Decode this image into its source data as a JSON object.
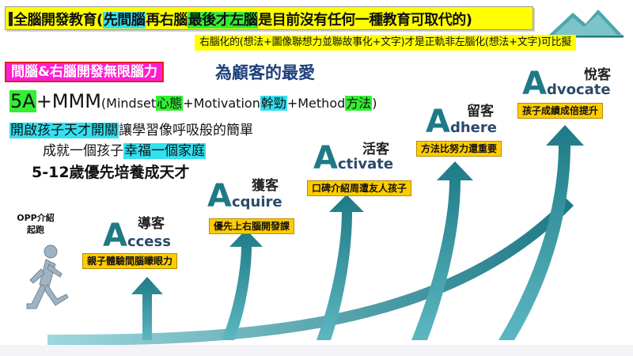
{
  "title": {
    "part1": "全腦開發教育(",
    "part2": "先間腦",
    "part3": "再右腦",
    "part4": "最後才左腦",
    "part5": "是目前沒有任何一種教育可取代的)"
  },
  "subline": "右腦化的(想法+圖像聯想力並聯故事化+文字)才是正軌非左腦化(想法+文字)可比擬",
  "tag": {
    "label": "間腦&右腦開發無限腦力",
    "tail": "為顧客的最愛"
  },
  "formula": {
    "p1": "5A",
    "p2": "+MMM",
    "p3": "(Mindset",
    "p4": "心態",
    "p5": "+Motivation",
    "p6": "幹勁",
    "p7": "+Method",
    "p8": "方法",
    "p9": ")"
  },
  "line2": {
    "p1": "開啟孩子天才開關",
    "p2": "讓學習像呼吸般的簡單"
  },
  "line3": {
    "p1": "成就一個孩子",
    "p2": "幸福一個家庭"
  },
  "line4": "5-12歲優先培養成天才",
  "opp": {
    "l1": "OPP介紹",
    "l2": "起跑"
  },
  "stages": [
    {
      "cn": "導客",
      "cap": "A",
      "rest": "ccess",
      "note": "親子體驗間腦矇眼力"
    },
    {
      "cn": "獲客",
      "cap": "A",
      "rest": "cquire",
      "note": "優先上右腦開發課"
    },
    {
      "cn": "活客",
      "cap": "A",
      "rest": "ctivate",
      "note": "口碑介紹周遭友人孩子"
    },
    {
      "cn": "留客",
      "cap": "A",
      "rest": "dhere",
      "note": "方法比努力還重要"
    },
    {
      "cn": "悅客",
      "cap": "A",
      "rest": "dvocate",
      "note": "孩子成績成倍提升"
    }
  ],
  "colors": {
    "teal": "#1e7a86",
    "yellow": "#ffff00",
    "orange": "#ffcc00",
    "magenta": "#ff1fd0",
    "cyan": "#33e0f0",
    "green": "#33ee33"
  }
}
